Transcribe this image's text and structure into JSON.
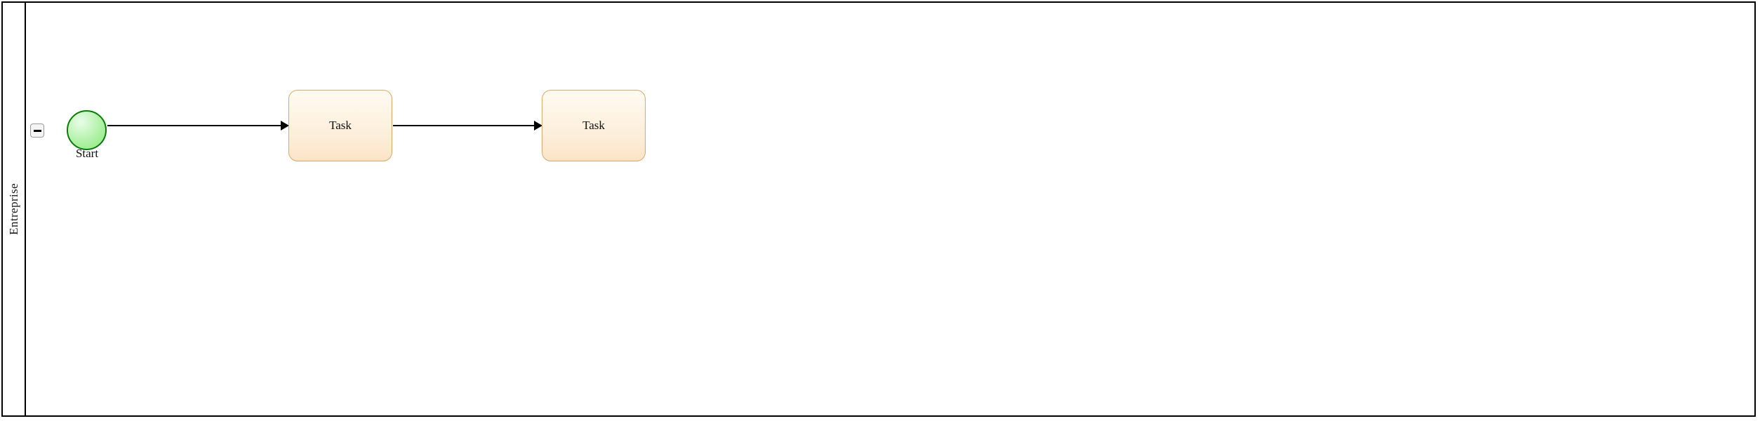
{
  "diagram": {
    "type": "bpmn-process",
    "pool": {
      "lane_label": "Entreprise",
      "collapse_toggle": {
        "icon": "minus-icon",
        "state": "expanded"
      }
    },
    "nodes": [
      {
        "id": "start-event",
        "kind": "start-event",
        "label": "Start",
        "shape": "circle",
        "fill": "#abf0a0",
        "stroke": "#0a7a0a"
      },
      {
        "id": "task-1",
        "kind": "task",
        "label": "Task",
        "shape": "rounded-rectangle",
        "fill": "#fdf3e2",
        "stroke": "#d9a96b"
      },
      {
        "id": "task-2",
        "kind": "task",
        "label": "Task",
        "shape": "rounded-rectangle",
        "fill": "#fdf3e2",
        "stroke": "#d9a96b"
      }
    ],
    "flows": [
      {
        "id": "flow-1",
        "from": "start-event",
        "to": "task-1",
        "label": ""
      },
      {
        "id": "flow-2",
        "from": "task-1",
        "to": "task-2",
        "label": ""
      }
    ],
    "colors": {
      "pool_border": "#000000",
      "flow_line": "#000000",
      "canvas_background": "#ffffff",
      "toggle_background": "#f4f4f4",
      "toggle_border": "#9a9a9a"
    }
  }
}
